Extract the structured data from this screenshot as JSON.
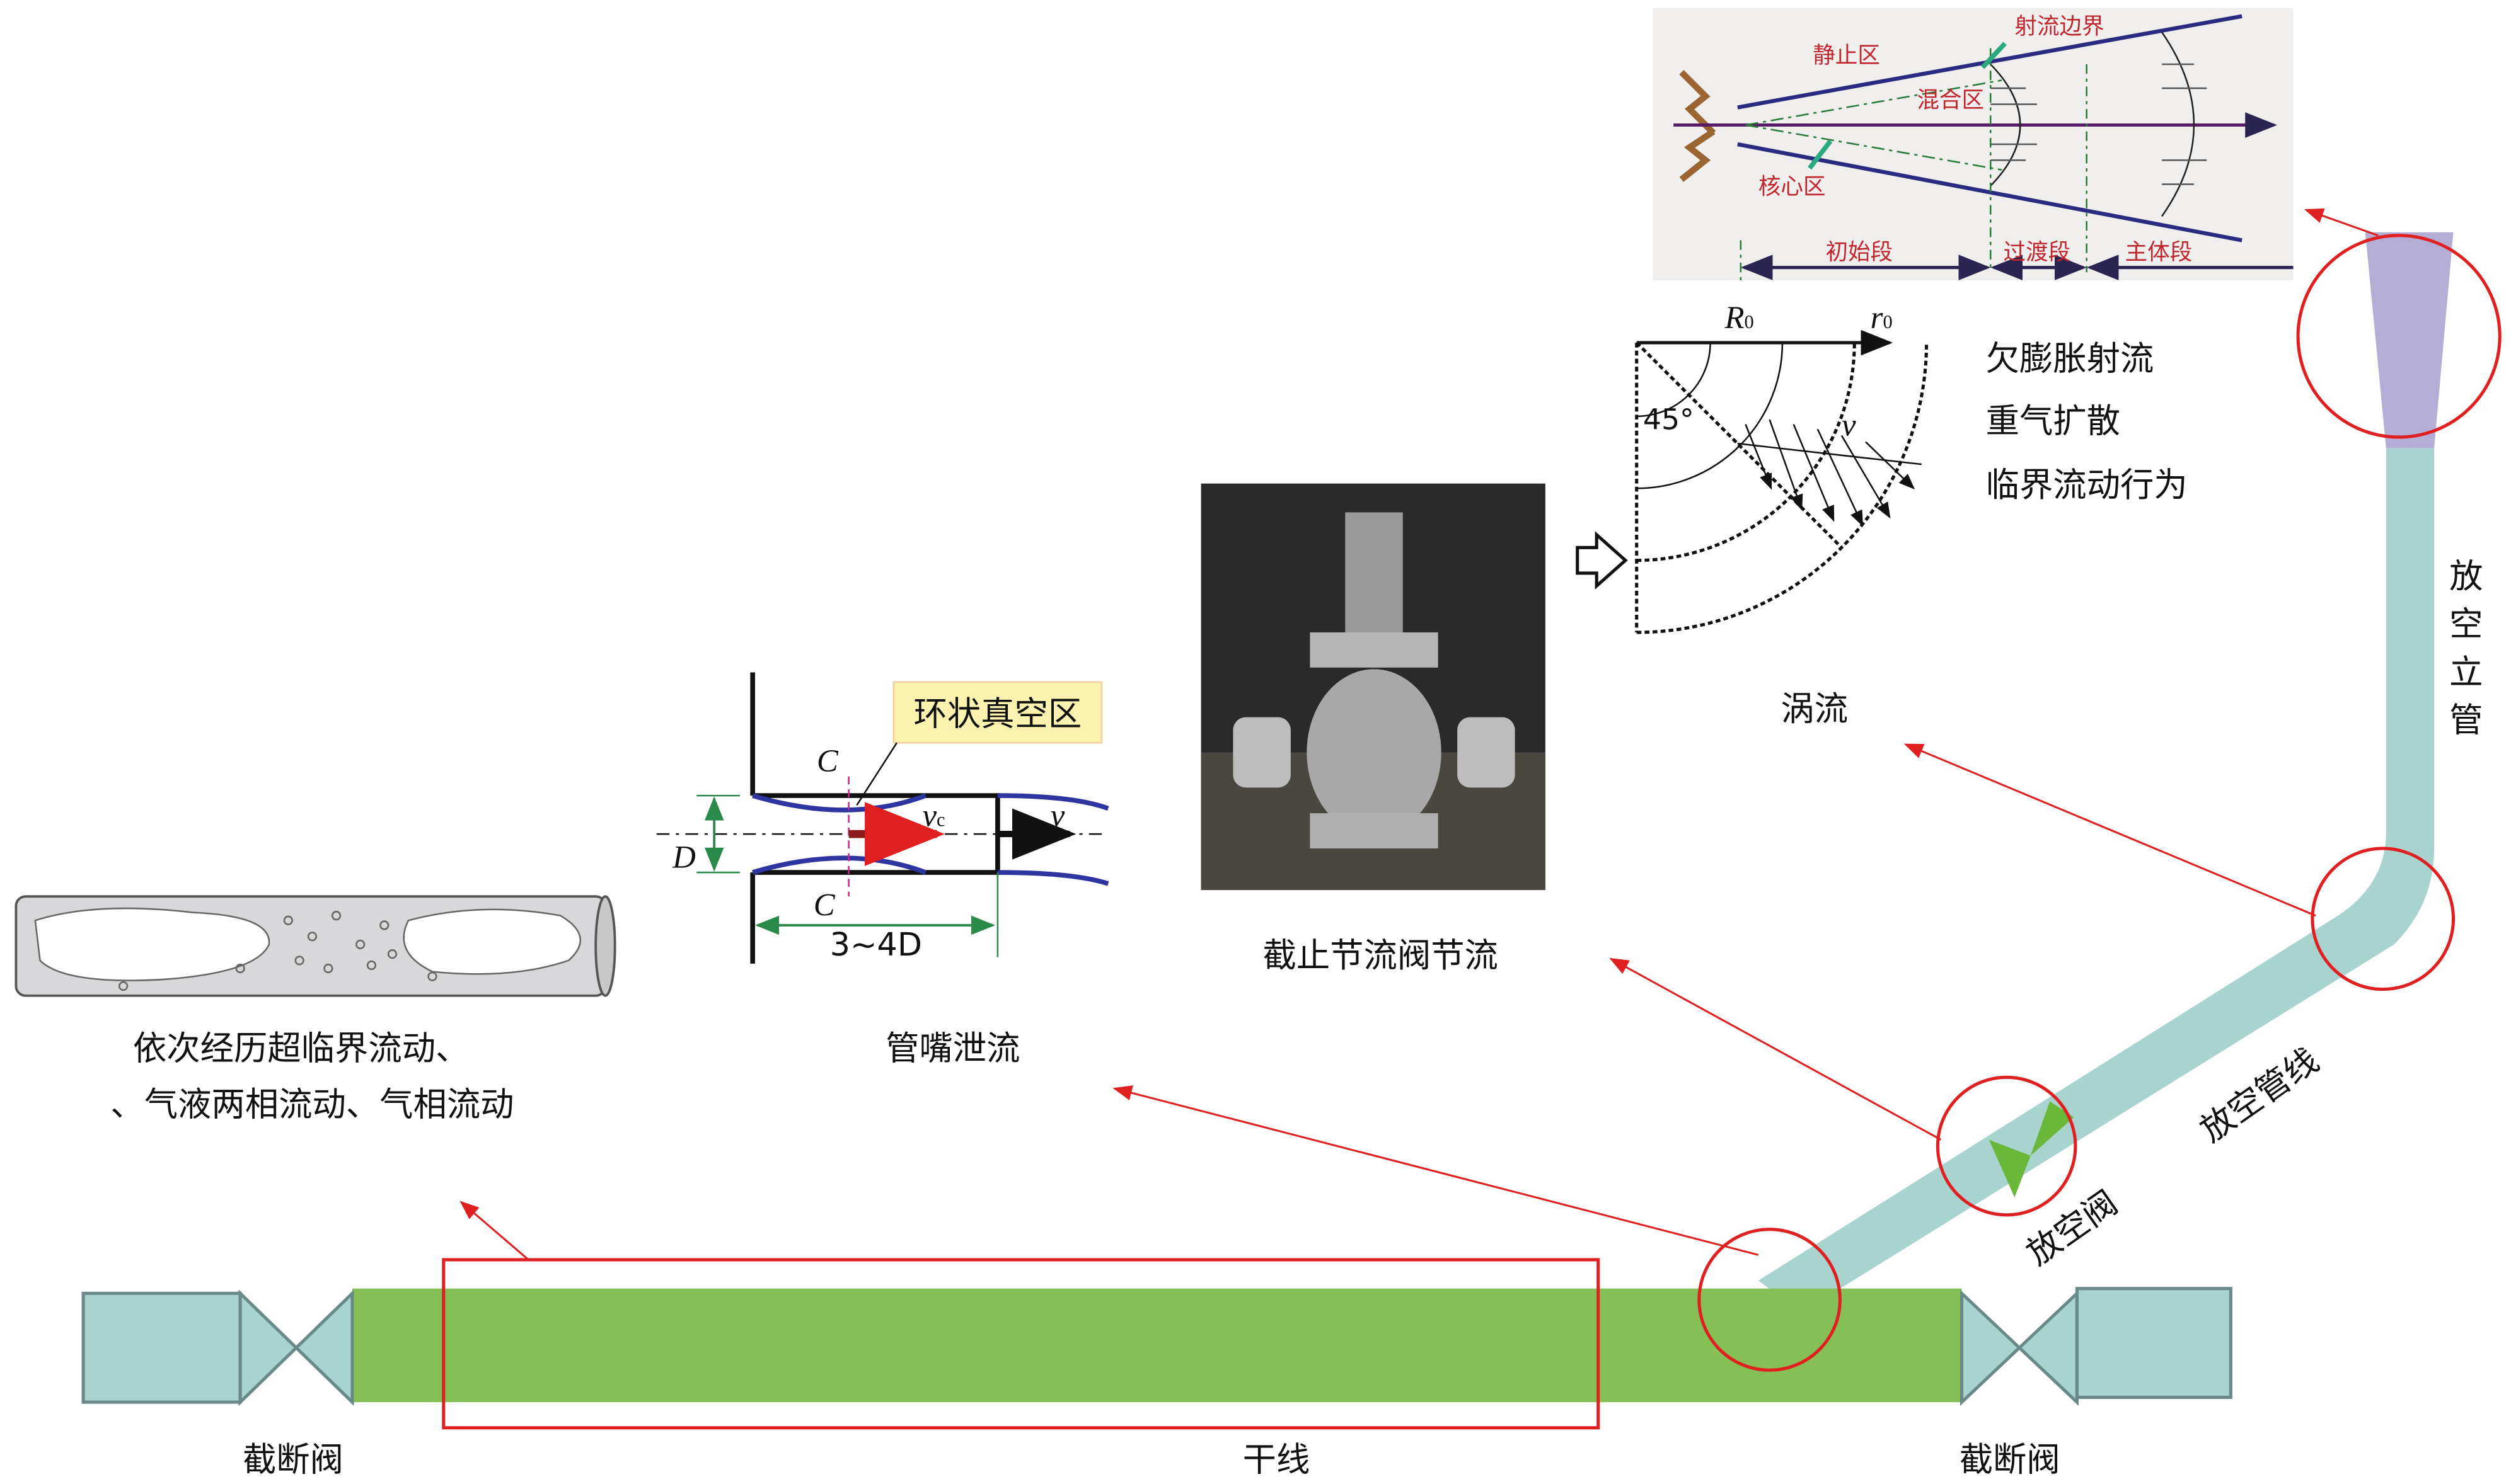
{
  "colors": {
    "trunk": "#86bf55",
    "pipe": "#a9d3cf",
    "highlight": "#e02020",
    "stack_top": "#b4aed6"
  },
  "pipe_section": {
    "caption_line1": "依次经历超临界流动、",
    "caption_line2": "、气液两相流动、气相流动"
  },
  "nozzle": {
    "callout": "环状真空区",
    "label_c_top": "C",
    "label_c_bottom": "C",
    "label_d": "D",
    "label_vc": "v",
    "label_vc_sub": "c",
    "label_v": "v",
    "length": "3~4D",
    "caption": "管嘴泄流"
  },
  "valve_photo": {
    "caption": "截止节流阀节流"
  },
  "vortex": {
    "r_big": "R",
    "r_big_sub": "0",
    "r_small": "r",
    "r_small_sub": "0",
    "angle": "45°",
    "vel": "v",
    "caption": "涡流"
  },
  "behaviors": [
    "欠膨胀射流",
    "重气扩散",
    "临界流动行为"
  ],
  "jet": {
    "boundary": "射流边界",
    "still": "静止区",
    "mixing": "混合区",
    "core": "核心区",
    "initial": "初始段",
    "transition": "过渡段",
    "main": "主体段"
  },
  "labels": {
    "stack": [
      "放",
      "空",
      "立",
      "管"
    ],
    "vent_line": "放空管线",
    "vent_valve": "放空阀",
    "trunk": "干线",
    "shutoff_left": "截断阀",
    "shutoff_right": "截断阀"
  }
}
